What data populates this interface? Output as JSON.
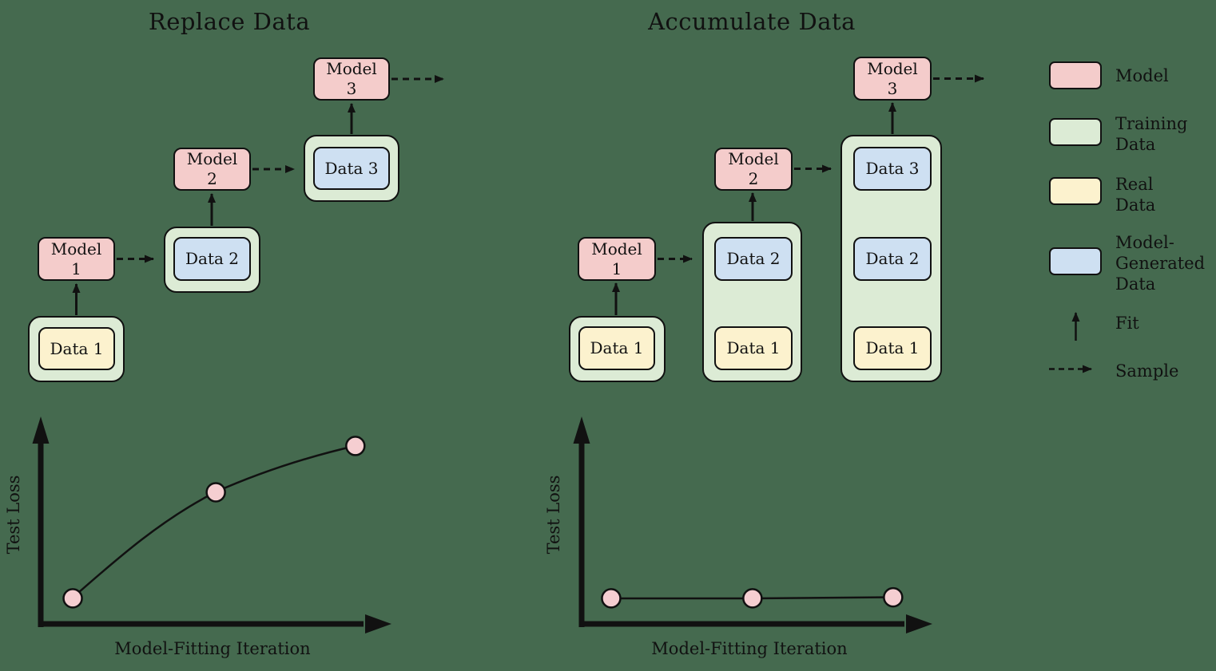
{
  "colors": {
    "background": "#456A4F",
    "model_fill": "#F4CCCB",
    "training_fill": "#DCEBD5",
    "real_fill": "#FCF2CE",
    "generated_fill": "#CEE0F2",
    "point_fill": "#F5CED1",
    "stroke": "#111111"
  },
  "left_panel": {
    "title": "Replace Data",
    "model_1": "Model\n1",
    "model_2": "Model\n2",
    "model_3": "Model\n3",
    "data_1": "Data 1",
    "data_2": "Data 2",
    "data_3": "Data 3"
  },
  "right_panel": {
    "title": "Accumulate Data",
    "model_1": "Model\n1",
    "model_2": "Model\n2",
    "model_3": "Model\n3",
    "c1_data_1": "Data 1",
    "c2_data_2": "Data 2",
    "c2_data_1": "Data 1",
    "c3_data_3": "Data 3",
    "c3_data_2": "Data 2",
    "c3_data_1": "Data 1"
  },
  "legend": {
    "items": [
      {
        "swatch": "model",
        "label": "Model"
      },
      {
        "swatch": "training",
        "label": "Training\nData"
      },
      {
        "swatch": "real",
        "label": "Real\nData"
      },
      {
        "swatch": "generated",
        "label": "Model-\nGenerated\nData"
      },
      {
        "symbol": "solid-up-arrow",
        "label": "Fit"
      },
      {
        "symbol": "dashed-right-arrow",
        "label": "Sample"
      }
    ]
  },
  "chart_data": [
    {
      "type": "line",
      "title": "Replace Data",
      "xlabel": "Model-Fitting Iteration",
      "ylabel": "Test Loss",
      "axes_unlabeled": true,
      "x": [
        1,
        2,
        3
      ],
      "x_frac": [
        0.091,
        0.498,
        0.895
      ],
      "y_frac": [
        0.125,
        0.642,
        0.868
      ],
      "trend": "test loss increases with model-fitting iteration"
    },
    {
      "type": "line",
      "title": "Accumulate Data",
      "xlabel": "Model-Fitting Iteration",
      "ylabel": "Test Loss",
      "axes_unlabeled": true,
      "x": [
        1,
        2,
        3
      ],
      "x_frac": [
        0.084,
        0.486,
        0.886
      ],
      "y_frac": [
        0.125,
        0.125,
        0.13
      ],
      "trend": "test loss stays flat across model-fitting iterations"
    }
  ]
}
